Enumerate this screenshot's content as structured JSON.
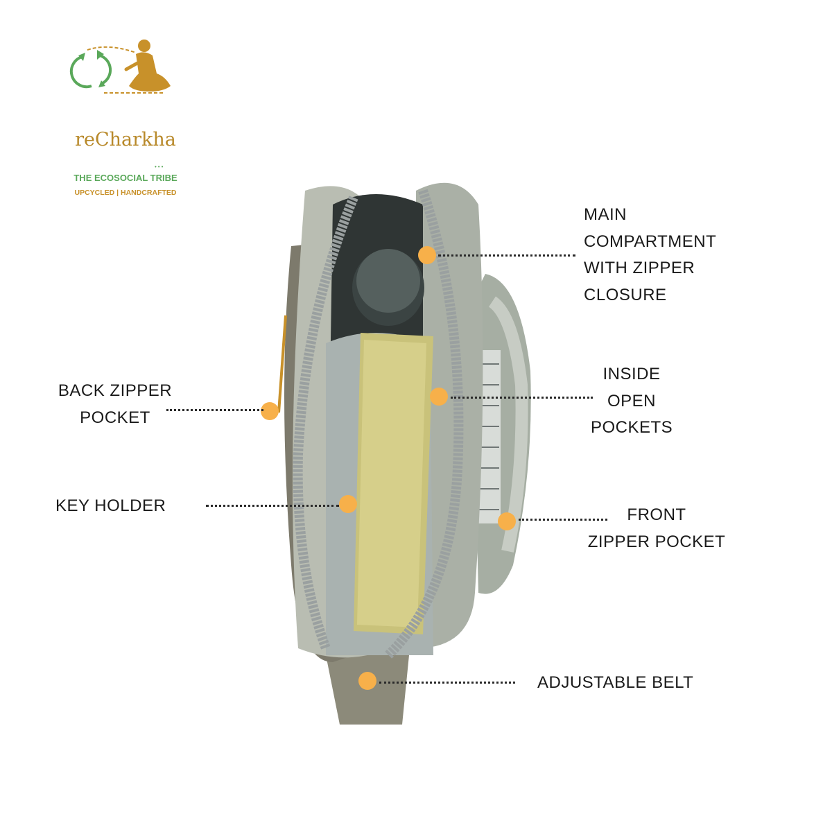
{
  "brand": {
    "name": "reCharkha",
    "tagline": "THE ECOSOCIAL TRIBE",
    "subtag": "UPCYCLED | HANDCRAFTED",
    "colors": {
      "green": "#5aa85a",
      "gold": "#c8912a"
    }
  },
  "callouts": {
    "main_compartment": [
      "MAIN",
      "COMPARTMENT",
      "WITH ZIPPER",
      "CLOSURE"
    ],
    "inside_pockets": [
      "INSIDE",
      "OPEN",
      "POCKETS"
    ],
    "back_zipper": [
      "BACK ZIPPER",
      "POCKET"
    ],
    "key_holder": [
      "KEY HOLDER"
    ],
    "front_zipper": [
      "FRONT",
      "ZIPPER POCKET"
    ],
    "adjustable_belt": [
      "ADJUSTABLE BELT"
    ]
  },
  "marker_color": "#f7b04a",
  "product_colors": {
    "canvas": "#aab3a6",
    "zipper": "#9aa0a0",
    "book": "#c9c27a",
    "bottle": "#3b4443"
  }
}
